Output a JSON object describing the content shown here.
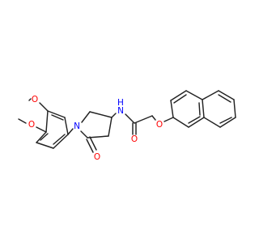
{
  "molecule": {
    "colors": {
      "bond": "#222222",
      "O": "#ff0000",
      "N": "#0000ff",
      "H": "#0000ff"
    }
  },
  "atoms": {
    "o_methoxy_1": {
      "text": "O",
      "color": "#ff0000"
    },
    "o_methoxy_2": {
      "text": "O",
      "color": "#ff0000"
    },
    "n_ring": {
      "text": "N",
      "color": "#0000ff"
    },
    "o_ketone": {
      "text": "O",
      "color": "#ff0000"
    },
    "n_amide": {
      "text": "N",
      "color": "#0000ff"
    },
    "h_amide": {
      "text": "H",
      "color": "#0000ff"
    },
    "o_amide": {
      "text": "O",
      "color": "#ff0000"
    },
    "o_ether": {
      "text": "O",
      "color": "#ff0000"
    }
  }
}
